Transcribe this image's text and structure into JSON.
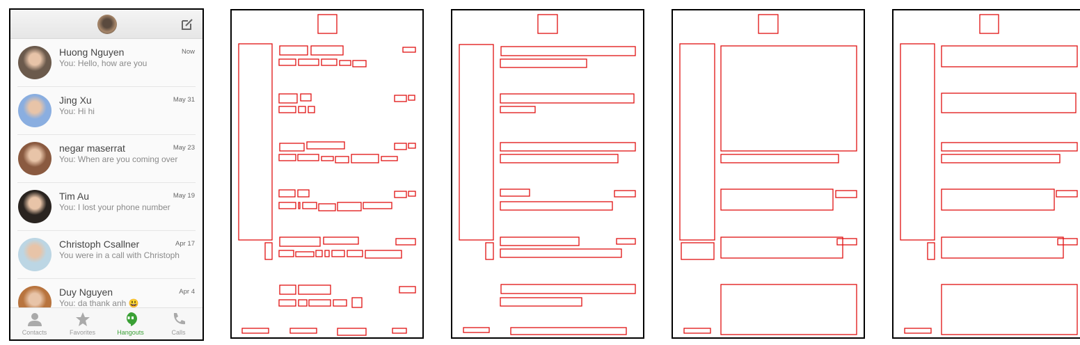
{
  "phone": {
    "header": {
      "avatar_icon": "profile-avatar",
      "compose_icon": "compose-icon"
    },
    "conversations": [
      {
        "name": "Huong Nguyen",
        "message": "You: Hello, how are you",
        "time": "Now",
        "avatar_color": "#6b5a4c"
      },
      {
        "name": "Jing Xu",
        "message": "You: Hi hi",
        "time": "May 31",
        "avatar_color": "#8aaee0"
      },
      {
        "name": "negar maserrat",
        "message": "You: When are you coming over",
        "time": "May 23",
        "avatar_color": "#8a5a40"
      },
      {
        "name": "Tim Au",
        "message": "You: I lost your phone number",
        "time": "May 19",
        "avatar_color": "#2a2420"
      },
      {
        "name": "Christoph Csallner",
        "message": "You were in a call with Christoph",
        "time": "Apr 17",
        "avatar_color": "#bcd6e4"
      },
      {
        "name": "Duy Nguyen",
        "message": "You: da thank anh",
        "time": "Apr 4",
        "avatar_color": "#b8743e",
        "emoji": "😃"
      }
    ],
    "nav": [
      {
        "label": "Contacts",
        "icon": "person-icon"
      },
      {
        "label": "Favorites",
        "icon": "star-icon"
      },
      {
        "label": "Hangouts",
        "icon": "hangouts-icon",
        "active": true
      },
      {
        "label": "Calls",
        "icon": "phone-icon"
      }
    ],
    "colors": {
      "accent": "#3aa035",
      "box_outline": "#e01010"
    }
  }
}
